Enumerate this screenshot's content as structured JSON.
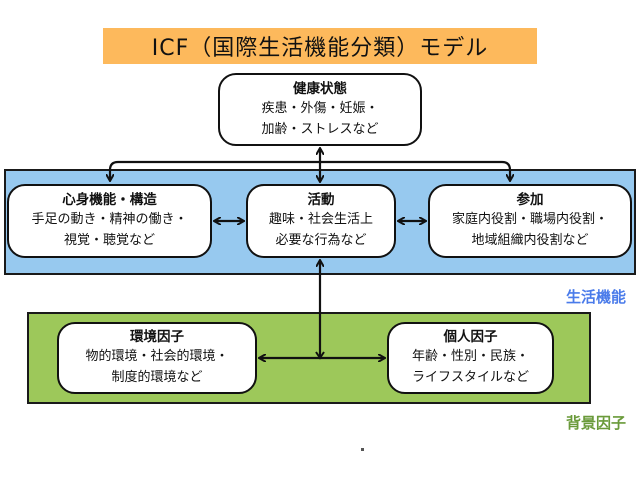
{
  "title": "ICF（国際生活機能分類）モデル",
  "colors": {
    "title_bg": "#fdb95c",
    "life_panel": "#97c9ef",
    "background_panel": "#9dc85a",
    "life_label": "#4a7bea",
    "background_label": "#6a9a3a"
  },
  "groups": {
    "life_functioning": "生活機能",
    "contextual_factors": "背景因子"
  },
  "nodes": {
    "health": {
      "heading": "健康状態",
      "lines": [
        "疾患・外傷・妊娠・",
        "加齢・ストレスなど"
      ]
    },
    "body": {
      "heading": "心身機能・構造",
      "lines": [
        "手足の動き・精神の働き・",
        "視覚・聴覚など"
      ]
    },
    "activity": {
      "heading": "活動",
      "lines": [
        "趣味・社会生活上",
        "必要な行為など"
      ]
    },
    "participation": {
      "heading": "参加",
      "lines": [
        "家庭内役割・職場内役割・",
        "地域組織内役割など"
      ]
    },
    "environment": {
      "heading": "環境因子",
      "lines": [
        "物的環境・社会的環境・",
        "制度的環境など"
      ]
    },
    "personal": {
      "heading": "個人因子",
      "lines": [
        "年齢・性別・民族・",
        "ライフスタイルなど"
      ]
    }
  }
}
